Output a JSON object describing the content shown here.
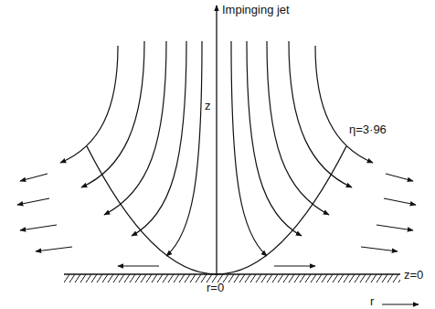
{
  "diagram": {
    "labels": [
      "Impinging jet",
      "z",
      "η=3·96",
      "z=0",
      "r=0",
      "r"
    ]
  }
}
